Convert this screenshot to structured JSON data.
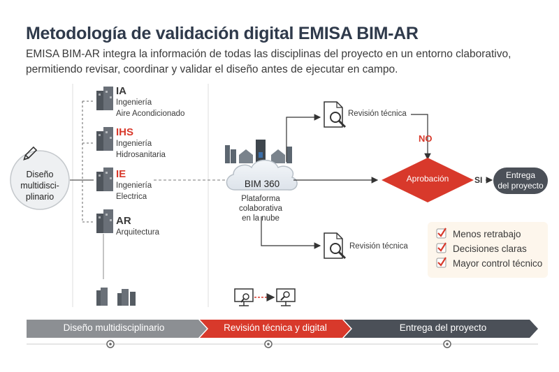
{
  "header": {
    "title": "Metodología de validación digital EMISA BIM-AR",
    "subtitle_line1": "EMISA BIM-AR integra la información de todas las disciplinas del proyecto en un entorno clаborativo,",
    "subtitle_line2": "permitiendo revisar, coordinar y validar el diseño antes de ejecutar en campo."
  },
  "design_node": {
    "line1": "Diseño",
    "line2": "multidisci-",
    "line3": "plinario"
  },
  "disciplines": [
    {
      "code": "IA",
      "line1": "Ingeniería",
      "line2": "Aire Acondicionado",
      "highlight": false
    },
    {
      "code": "IHS",
      "line1": "Ingeniería",
      "line2": "Hidrosanitaria",
      "highlight": true
    },
    {
      "code": "IE",
      "line1": "Ingeniería",
      "line2": "Electrica",
      "highlight": true
    },
    {
      "code": "AR",
      "line1": "Arquitectura",
      "line2": "",
      "highlight": false
    }
  ],
  "cloud": {
    "name": "BIM 360",
    "line1": "Plataforma",
    "line2": "colaborativa",
    "line3": "en la nube"
  },
  "reviews": {
    "top": "Revisión técnica",
    "bottom": "Revisión técnica"
  },
  "decision": {
    "label": "Aprobación",
    "no": "NO",
    "yes": "SI"
  },
  "result": {
    "line1": "Entrega",
    "line2": "del proyecto"
  },
  "benefits": [
    "Menos retrabajo",
    "Decisiones claras",
    "Mayor control técnico"
  ],
  "phases": [
    "Diseño multidisciplinario",
    "Revisión técnica y digital",
    "Entrega del proyecto"
  ],
  "colors": {
    "accent": "#d8392b",
    "dark": "#4b5058",
    "gray_phase": "#8c8f93",
    "title": "#2f3a4b",
    "benefit_bg": "#fdf6ec"
  }
}
